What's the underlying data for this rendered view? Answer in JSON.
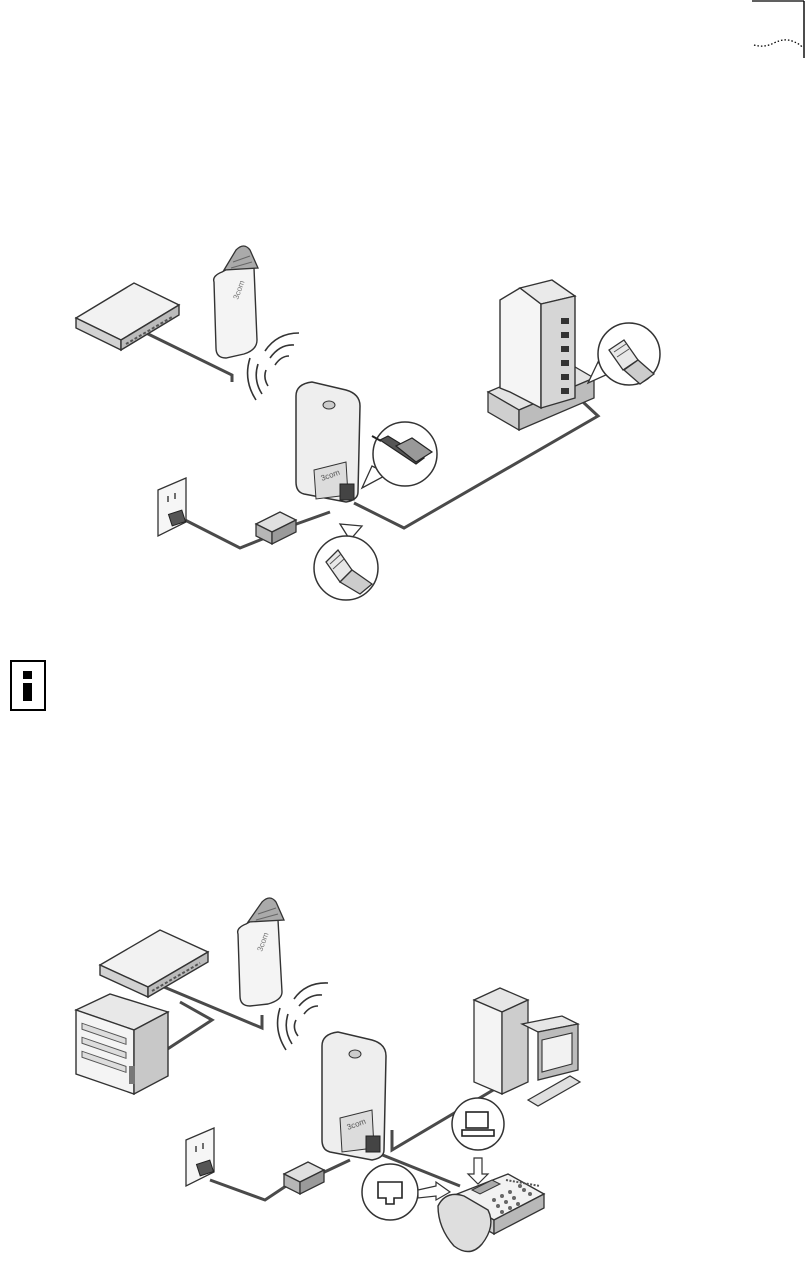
{
  "page": {
    "corner_mark": "corner-bracket-decoration",
    "note_icon": "info-icon"
  },
  "figure_top": {
    "device_brand": "3com",
    "icons": [
      "hub-icon",
      "wireless-access-point-icon",
      "wireless-bridge-icon",
      "ethernet-switch-icon",
      "power-adapter-icon",
      "wall-outlet-icon",
      "rj45-connector-icon",
      "power-plug-icon"
    ]
  },
  "figure_bottom": {
    "device_brand": "3com",
    "icons": [
      "hub-icon",
      "wireless-access-point-icon",
      "server-icon",
      "wireless-bridge-icon",
      "desktop-computer-icon",
      "power-adapter-icon",
      "wall-outlet-icon",
      "ip-phone-icon",
      "computer-port-icon",
      "network-port-icon"
    ]
  }
}
